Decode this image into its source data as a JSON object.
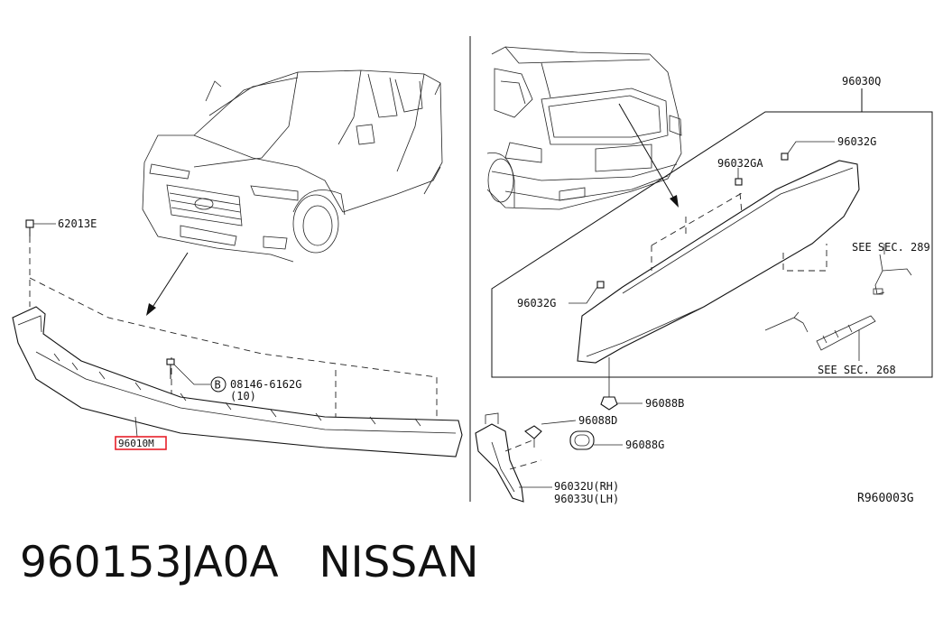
{
  "caption": "960153JA0A   NISSAN",
  "diagram": {
    "ref_code": "R960003G",
    "labels": {
      "clip_62013E": "62013E",
      "bolt_code": "08146-6162G",
      "bolt_qty": "(10)",
      "bolt_symbol": "B",
      "front_part": "96010M",
      "spoiler": "96030Q",
      "clip_96032G_top": "96032G",
      "clip_96032GA": "96032GA",
      "see_sec_289": "SEE SEC. 289",
      "clip_96032G_left": "96032G",
      "see_sec_268": "SEE SEC. 268",
      "nut_96088B": "96088B",
      "clip_96088D": "96088D",
      "seal_96088G": "96088G",
      "side_rh": "96032U(RH)",
      "side_lh": "96033U(LH)"
    },
    "highlight_color": "#e8202a"
  }
}
